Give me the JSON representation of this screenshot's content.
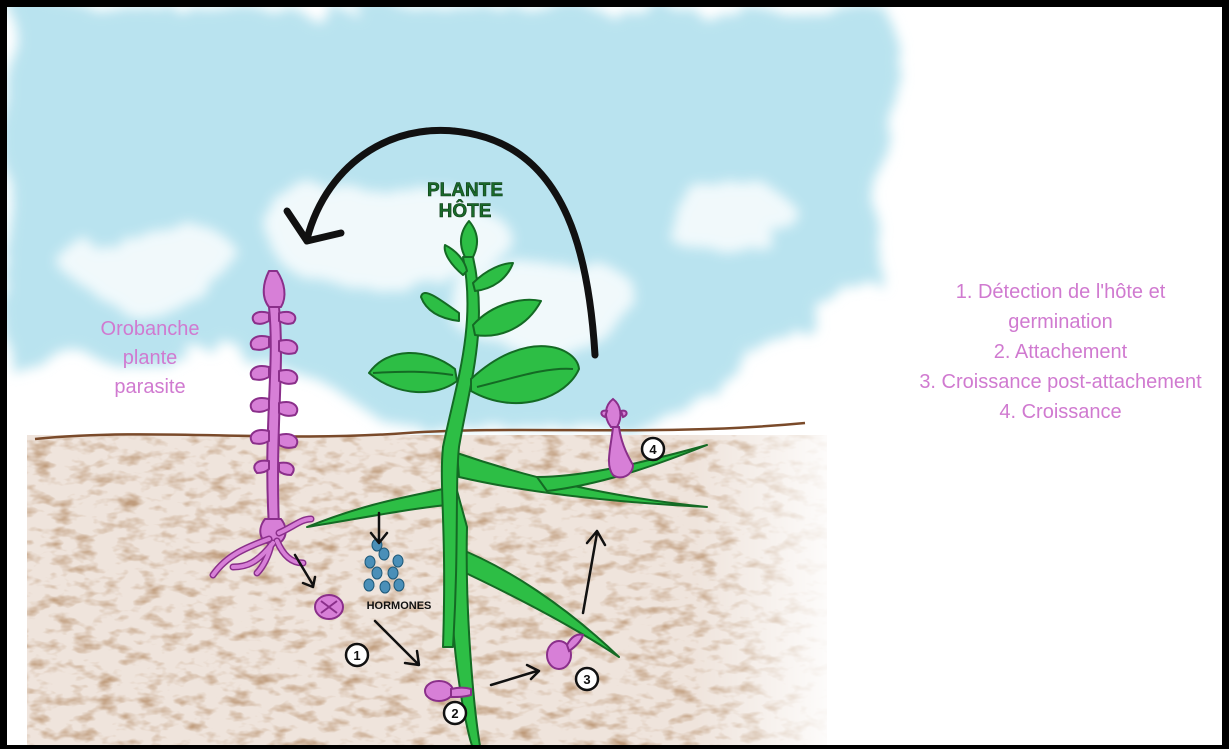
{
  "labels": {
    "host_plant_line1": "PLANTE",
    "host_plant_line2": "HÔTE",
    "parasite_line1": "Orobanche",
    "parasite_line2": "plante",
    "parasite_line3": "parasite",
    "hormones": "HORMONES"
  },
  "step_markers": [
    "1",
    "2",
    "3",
    "4"
  ],
  "legend": [
    "1. Détection de l'hôte et",
    "germination",
    "2. Attachement",
    "3. Croissance post-attachement",
    "4. Croissance"
  ],
  "colors": {
    "sky": "#b9e3ef",
    "soil": "#8a5a3a",
    "plant": "#2dbe45",
    "plant_dark": "#146a24",
    "parasite": "#d77fd7",
    "parasite_dark": "#8a2f8a",
    "label_purple": "#d07ad0",
    "hormone_dots": "#4a8fb8"
  }
}
